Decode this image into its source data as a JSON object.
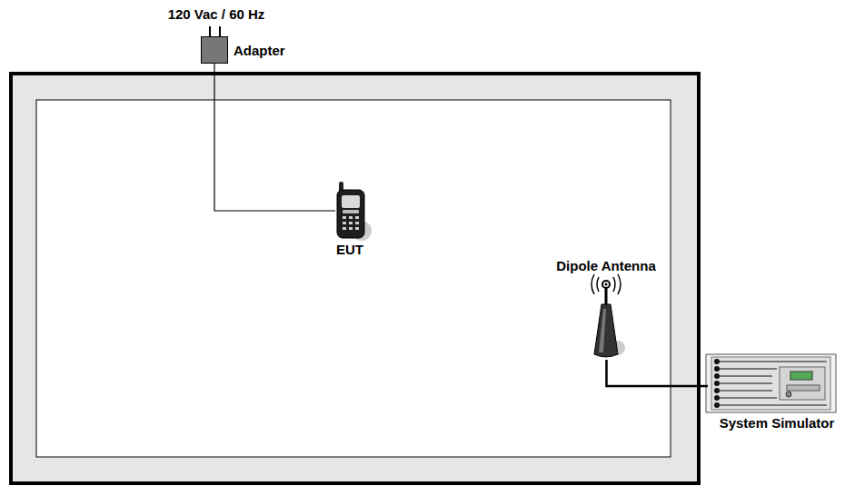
{
  "diagram": {
    "nodes": [
      {
        "text": [
          "120 Vac / 60 Hz",
          "Adapter"
        ]
      },
      {
        "text": [
          "EUT"
        ]
      },
      {
        "text": [
          "Dipole Antenna"
        ]
      },
      {
        "text": [
          "System Simulator"
        ]
      }
    ],
    "edges": [
      {
        "from": 0,
        "to": 1,
        "arrow": "none"
      },
      {
        "from": 2,
        "to": 3,
        "arrow": "none"
      }
    ]
  }
}
